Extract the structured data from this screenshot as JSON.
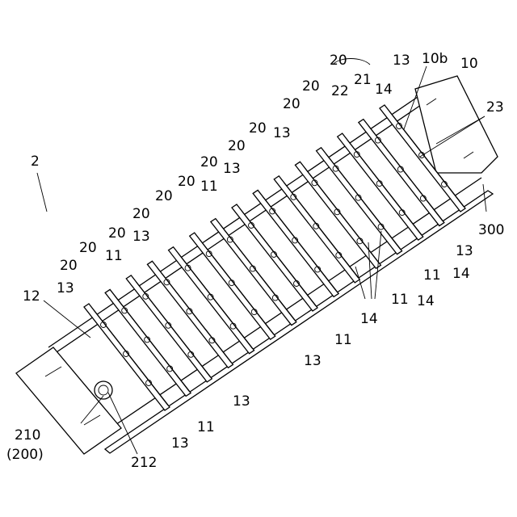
{
  "figure": {
    "reference_number": "2",
    "labels": {
      "tray": "10",
      "tray_side": "10b",
      "rib": "11",
      "bottom_edge": "12",
      "hole": "13",
      "slot": "14",
      "fin": "20",
      "fin_tip": "21",
      "fin_face": "22",
      "end_panel": "23",
      "knob": "210",
      "knob_group": "(200)",
      "knob_center": "212",
      "frame": "300"
    }
  }
}
